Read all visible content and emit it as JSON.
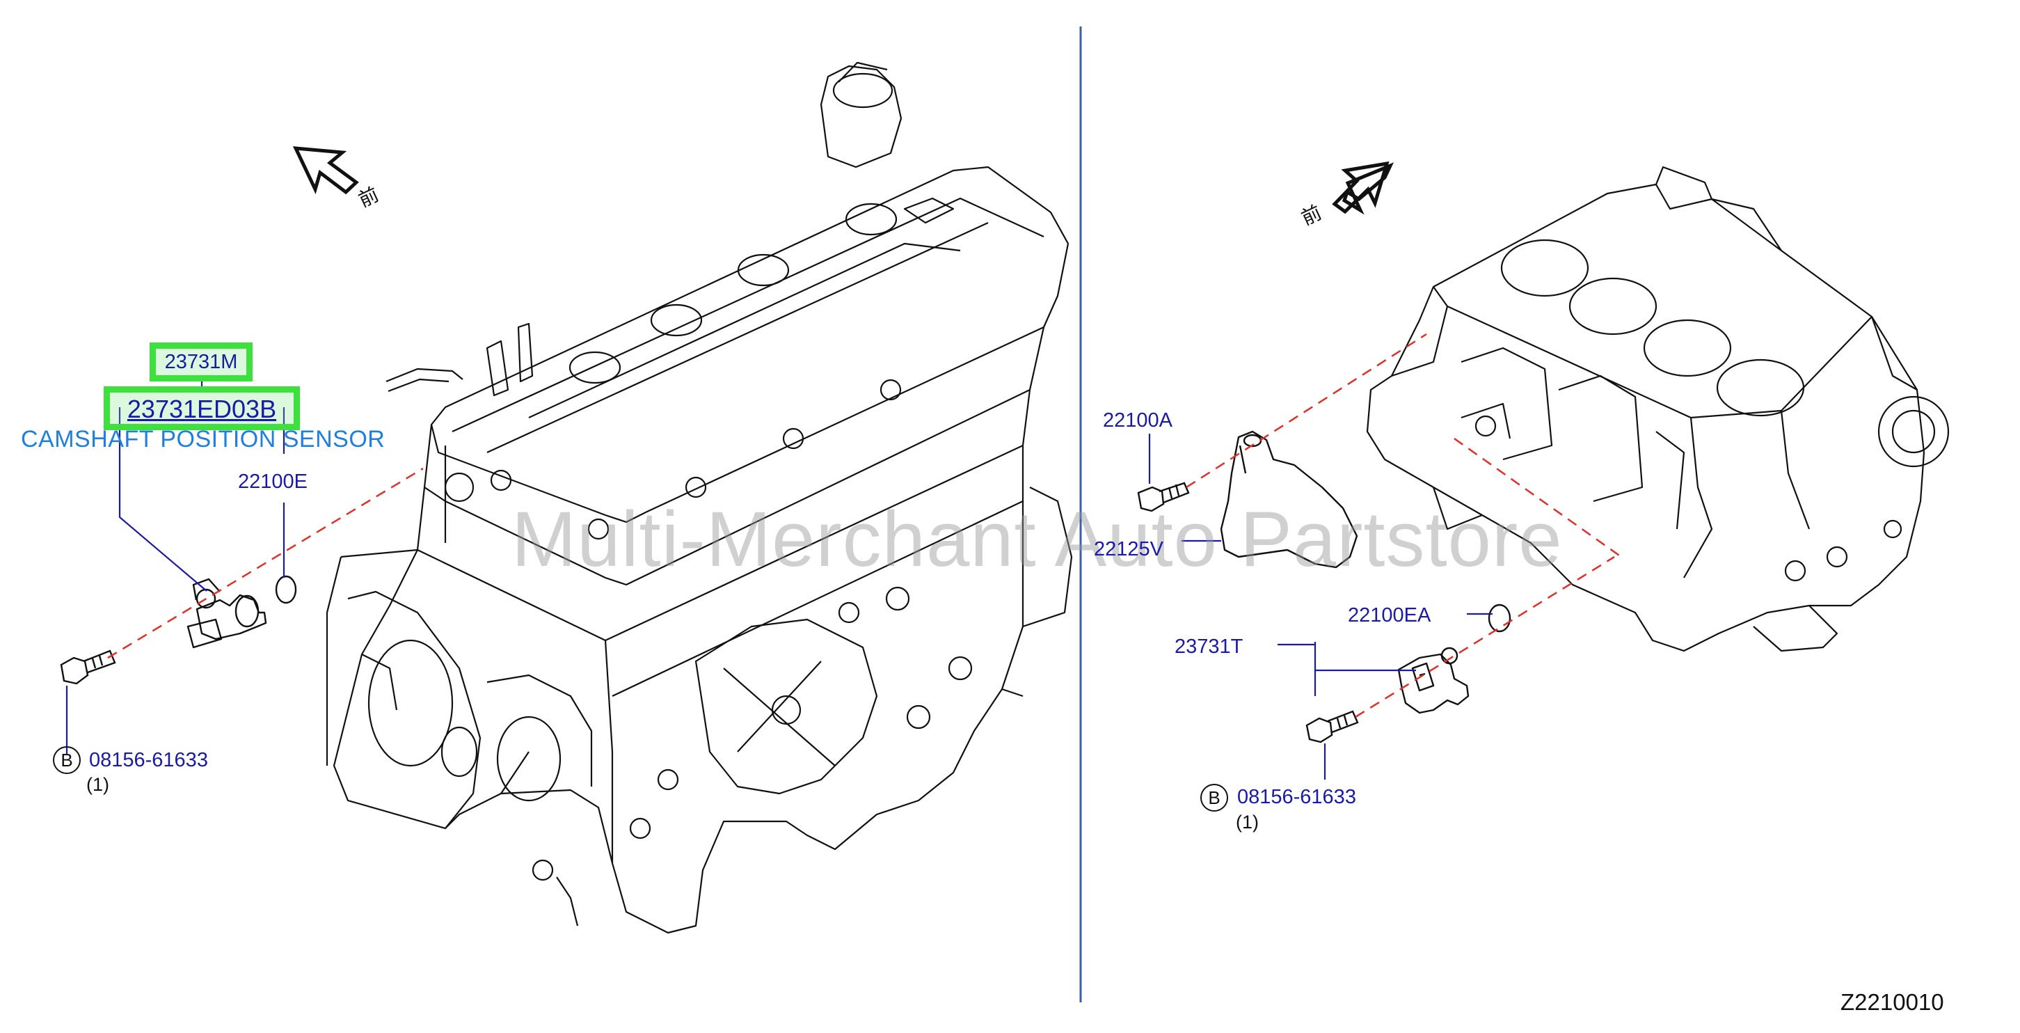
{
  "diagram_code": "Z2210010",
  "watermark": "Multi-Merchant Auto Partstore",
  "front_marker": "前",
  "left_view": {
    "part_ref_highlighted": "23731M",
    "part_number_link": "23731ED03B",
    "part_description": "CAMSHAFT POSITION SENSOR",
    "oring_ref": "22100E",
    "bolt_circle": "B",
    "bolt_ref": "08156-61633",
    "bolt_qty": "(1)"
  },
  "right_view": {
    "bolt_ref_top": "22100A",
    "bracket_ref": "22125V",
    "oring_ref": "22100EA",
    "sensor_ref": "23731T",
    "bolt_circle": "B",
    "bolt_ref": "08156-61633",
    "bolt_qty": "(1)"
  },
  "colors": {
    "label_blue": "#1a1aa8",
    "link_blue": "#1f6fd6",
    "highlight_green": "#3ee03e",
    "guide_red": "#e0302a",
    "divider_blue": "#3c5fa8"
  }
}
